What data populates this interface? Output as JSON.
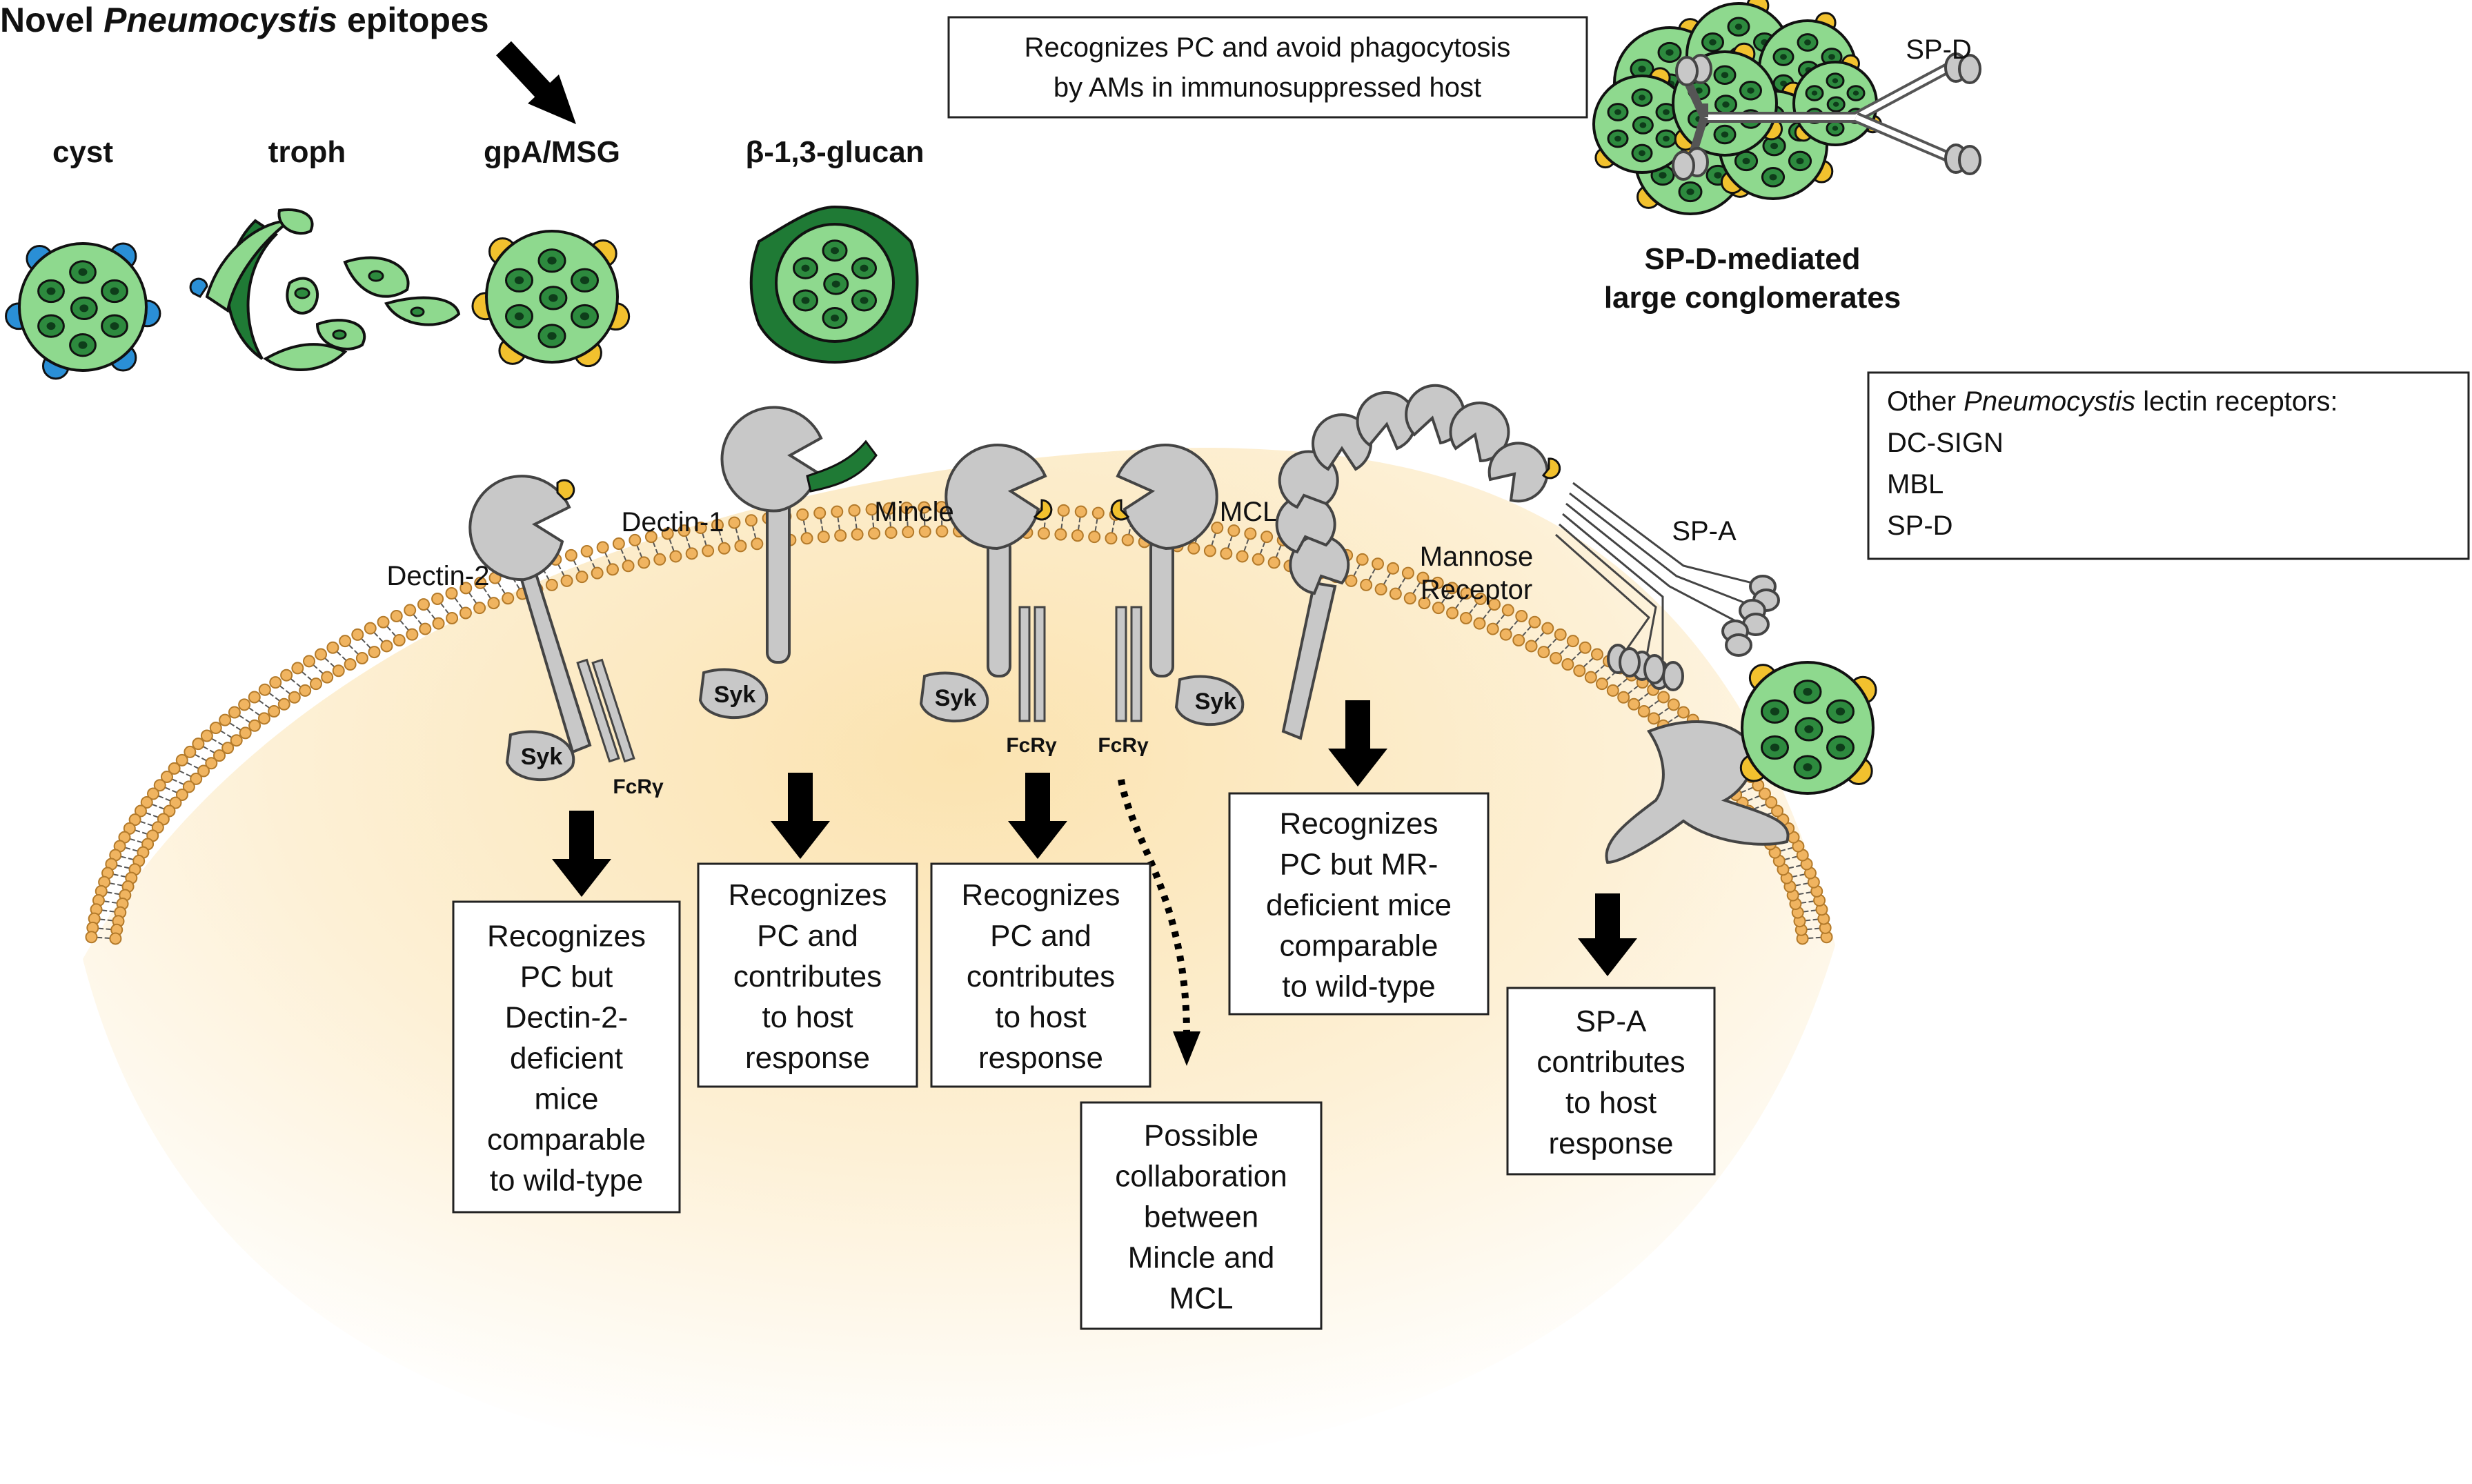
{
  "header": {
    "title_prefix": "Novel ",
    "title_italic": "Pneumocystis",
    "title_suffix": " epitopes"
  },
  "forms": {
    "cyst": "cyst",
    "troph": "troph",
    "gpa": "gpA/MSG",
    "glucan": "β-1,3-glucan"
  },
  "top_box": {
    "line1": "Recognizes PC and avoid phagocytosis",
    "line2": "by AMs in immunosuppressed host"
  },
  "spd": {
    "label": "SP-D",
    "caption_line1": "SP-D-mediated",
    "caption_line2": "large conglomerates"
  },
  "other_box": {
    "line1_prefix": "Other ",
    "line1_italic": "Pneumocystis",
    "line1_suffix": " lectin receptors:",
    "items": [
      "DC-SIGN",
      "MBL",
      "SP-D"
    ]
  },
  "receptors": {
    "dectin2": "Dectin-2",
    "dectin1": "Dectin-1",
    "mincle": "Mincle",
    "mcl": "MCL",
    "mr_line1": "Mannose",
    "mr_line2": "Receptor",
    "spa": "SP-A",
    "syk": "Syk",
    "fcr": "FcRγ"
  },
  "outcomes": {
    "dectin2": [
      "Recognizes",
      "PC but",
      "Dectin-2-",
      "deficient",
      "mice",
      "comparable",
      "to wild-type"
    ],
    "dectin1": [
      "Recognizes",
      "PC and",
      "contributes",
      "to host",
      "response"
    ],
    "mincle": [
      "Recognizes",
      "PC and",
      "contributes",
      "to host",
      "response"
    ],
    "collab": [
      "Possible",
      "collaboration",
      "between",
      "Mincle and",
      "MCL"
    ],
    "mr": [
      "Recognizes",
      "PC but MR-",
      "deficient mice",
      "comparable",
      "to wild-type"
    ],
    "spa": [
      "SP-A",
      "contributes",
      "to host",
      "response"
    ]
  },
  "colors": {
    "cell_light": "#8ed98e",
    "cell_dark": "#1f7a35",
    "nucleus": "#2d8a3e",
    "blue_epitope": "#2a8fd6",
    "yellow_epitope": "#f2c12e",
    "membrane_head": "#f0b460",
    "receptor_gray": "#c8c8c8",
    "cytoplasm": "#fdf1d6"
  }
}
